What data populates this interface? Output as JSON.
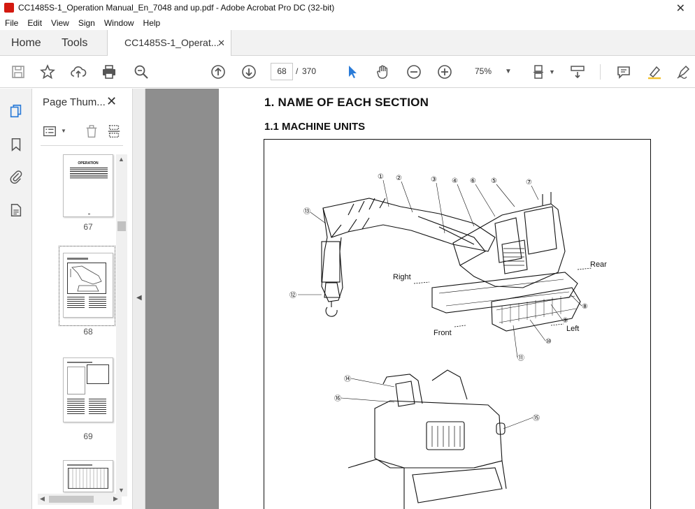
{
  "window": {
    "title": "CC1485S-1_Operation Manual_En_7048 and up.pdf - Adobe Acrobat Pro DC (32-bit)",
    "close_symbol": "✕"
  },
  "menu": [
    "File",
    "Edit",
    "View",
    "Sign",
    "Window",
    "Help"
  ],
  "tabs": {
    "home": "Home",
    "tools": "Tools",
    "document": "CC1485S-1_Operat...",
    "close_symbol": "✕"
  },
  "toolbar": {
    "current_page": "68",
    "page_separator": "/",
    "total_pages": "370",
    "zoom": "75%"
  },
  "thumbnail_panel": {
    "title": "Page Thum...",
    "close_symbol": "✕",
    "thumbnails": [
      {
        "label": "67",
        "heading": "OPERATION"
      },
      {
        "label": "68"
      },
      {
        "label": "69"
      },
      {
        "label": ""
      }
    ]
  },
  "document": {
    "heading": "1. NAME OF EACH SECTION",
    "subheading": "1.1 MACHINE UNITS",
    "direction_labels": {
      "right": "Right",
      "rear": "Rear",
      "left": "Left",
      "front": "Front"
    },
    "callouts": [
      "①",
      "②",
      "③",
      "④",
      "⑥",
      "⑤",
      "⑦",
      "⑬",
      "⑫",
      "⑧",
      "⑨",
      "⑩",
      "⑪",
      "⑭",
      "⑯",
      "⑮"
    ]
  },
  "colors": {
    "accent_blue": "#2a7bd8",
    "acrobat_red": "#d3190f",
    "doc_background": "#8e8e8e"
  }
}
